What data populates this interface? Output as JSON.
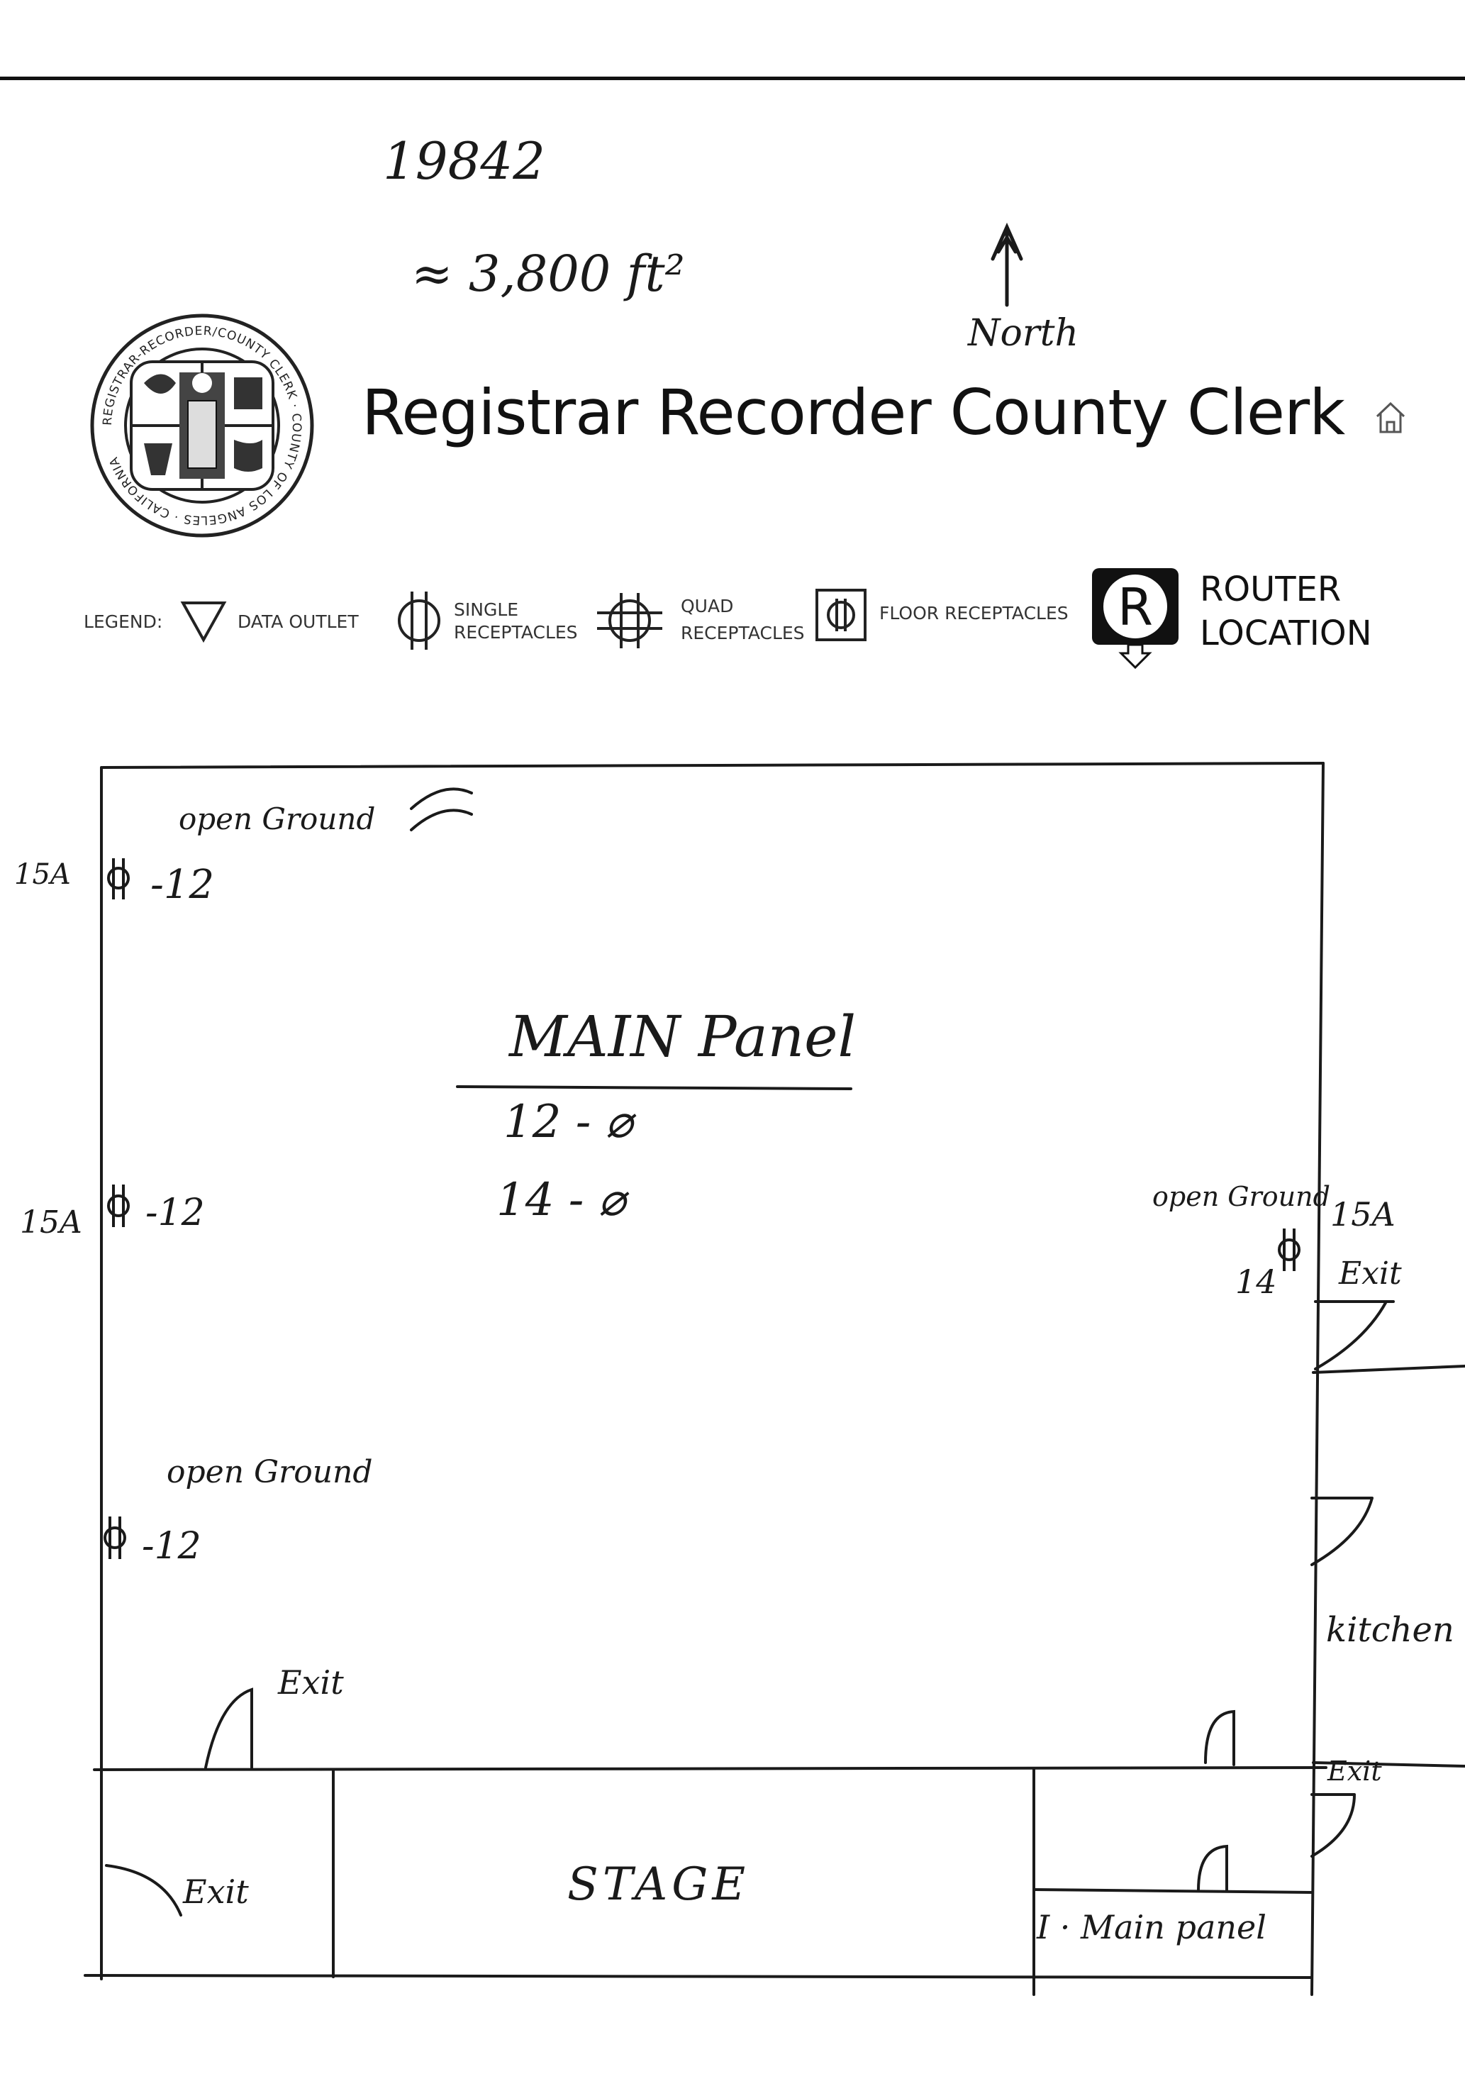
{
  "header": {
    "title": "Registrar Recorder County Clerk",
    "seal_text": "REGISTRAR-RECORDER/COUNTY CLERK · COUNTY OF LOS ANGELES · CALIFORNIA"
  },
  "handwritten": {
    "number": "19842",
    "area": "≈ 3,800 ft²",
    "north": "North"
  },
  "legend": {
    "label": "LEGEND:",
    "data_outlet": "DATA OUTLET",
    "single_line1": "SINGLE",
    "single_line2": "RECEPTACLES",
    "quad_line1": "QUAD",
    "quad_line2": "RECEPTACLES",
    "floor": "FLOOR RECEPTACLES",
    "router_line1": "ROUTER",
    "router_line2": "LOCATION",
    "router_letter": "R"
  },
  "plan": {
    "left_outlets": [
      {
        "amp": "15A",
        "note": "open Ground",
        "count": "-12"
      },
      {
        "amp": "15A",
        "note": "",
        "count": "-12"
      },
      {
        "amp": "",
        "note": "open Ground",
        "count": "-12"
      }
    ],
    "right_outlet": {
      "amp": "15A",
      "note": "open Ground",
      "count": "14"
    },
    "main_panel_heading": "MAIN Panel",
    "main_panel_lines": [
      "12  -  ⌀",
      "14 -    ⌀"
    ],
    "exits": [
      "Exit",
      "Exit",
      "Exit",
      "Exit"
    ],
    "kitchen": "kitchen",
    "stage": "STAGE",
    "main_panel_room": "I · Main panel"
  }
}
